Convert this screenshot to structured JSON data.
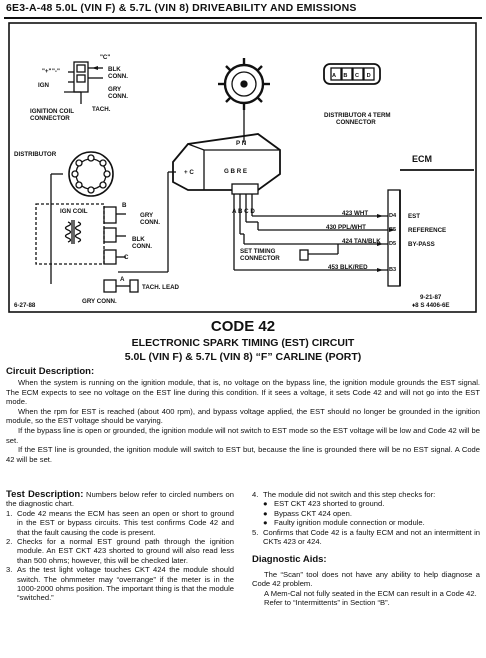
{
  "header": {
    "text": "6E3-A-48  5.0L  (VIN F)  &  5.7L  (VIN 8)  DRIVEABILITY AND EMISSIONS"
  },
  "diagram": {
    "labels": {
      "c_label": "\"C\"",
      "plus_label": "\"+\"",
      "minus_label": "\"-\"",
      "ign": "IGN",
      "blk_conn_1": "BLK",
      "blk_conn_2": "CONN.",
      "gry_conn_1": "GRY",
      "gry_conn_2": "CONN.",
      "tach": "TACH.",
      "ign_coil_connector_1": "IGNITION COIL",
      "ign_coil_connector_2": "CONNECTOR",
      "distributor": "DISTRIBUTOR",
      "pn": "P N",
      "plus_c": "+ C",
      "gbre": "G B R E",
      "abcd": "A B C D",
      "dist_4term_1": "DISTRIBUTOR 4 TERM",
      "dist_4term_2": "CONNECTOR",
      "dist_conn_letters": "A B C D",
      "ecm": "ECM",
      "wire_423": "423 WHT",
      "wire_430": "430 PPL/WHT",
      "wire_424": "424 TAN/BLK",
      "wire_453": "453 BLK/RED",
      "pin_d4": "D4",
      "pin_b5": "B5",
      "pin_d5": "D5",
      "pin_b3": "B3",
      "sig_est": "EST",
      "sig_ref": "REFERENCE",
      "sig_bypass": "BY-PASS",
      "set_timing_1": "SET TIMING",
      "set_timing_2": "CONNECTOR",
      "ign_coil": "IGN COIL",
      "b_label": "B",
      "gry_conn_mid_1": "GRY",
      "gry_conn_mid_2": "CONN.",
      "blk_conn_mid_1": "BLK",
      "blk_conn_mid_2": "CONN.",
      "c_small": "C",
      "a_label": "A",
      "tach_lead": "TACH. LEAD",
      "gry_conn_bottom": "GRY CONN.",
      "date_left": "6-27-88",
      "date_right": "9-21-87",
      "ref_num": "♦8 S 4406-6E"
    }
  },
  "title": {
    "code": "CODE 42",
    "line1": "ELECTRONIC SPARK TIMING (EST) CIRCUIT",
    "line2": "5.0L  (VIN F)  &  5.7L  (VIN 8)  “F”  CARLINE  (PORT)"
  },
  "circuit": {
    "heading": "Circuit Description:",
    "paragraphs": [
      "When the system is running on the ignition module, that is, no voltage on the bypass line, the ignition module grounds the EST signal. The ECM expects to see no voltage on the EST line during this condition. If it sees a voltage, it sets Code 42 and will not go into the EST mode.",
      "When the rpm for EST is reached (about 400 rpm), and bypass voltage applied, the EST should no longer be grounded in the ignition module, so the EST voltage should be varying.",
      "If the bypass line is open or grounded, the ignition module will not switch to EST mode so the EST voltage will be low and Code 42 will be set.",
      "If the EST line is grounded, the ignition module will switch to EST but, because the line is grounded there will be no EST signal. A Code 42 will be set."
    ]
  },
  "test": {
    "heading": "Test Description:",
    "intro": "Numbers below refer to circled numbers on the diagnostic chart.",
    "items": [
      {
        "n": "1.",
        "text": "Code 42 means the ECM has seen an open or short to ground in the EST or bypass circuits. This test confirms Code 42 and that the fault causing the code is present."
      },
      {
        "n": "2.",
        "text": "Checks for a normal EST ground path through the ignition module. An EST CKT 423 shorted to ground will also read less than 500 ohms; however, this will be checked later."
      },
      {
        "n": "3.",
        "text": "As the test light voltage touches CKT 424 the module should switch. The ohmmeter may “overrange” if the meter is in the 1000-2000 ohms position. The important thing is that the module “switched.”"
      }
    ]
  },
  "right": {
    "item4": {
      "n": "4.",
      "text": "The module did not switch and this step checks for:"
    },
    "bullets": [
      "EST CKT 423 shorted to ground.",
      "Bypass CKT 424 open.",
      "Faulty ignition module connection or module."
    ],
    "item5": {
      "n": "5.",
      "text": "Confirms that Code 42 is a faulty ECM and not an intermittent in CKTs 423 or 424."
    },
    "aids_heading": "Diagnostic Aids:",
    "aids": [
      "The “Scan” tool does not have any ability to help diagnose a Code 42 problem.",
      "A Mem-Cal not fully seated in the ECM can result in a Code 42.",
      "Refer to “Intermittents” in Section “B”."
    ]
  }
}
